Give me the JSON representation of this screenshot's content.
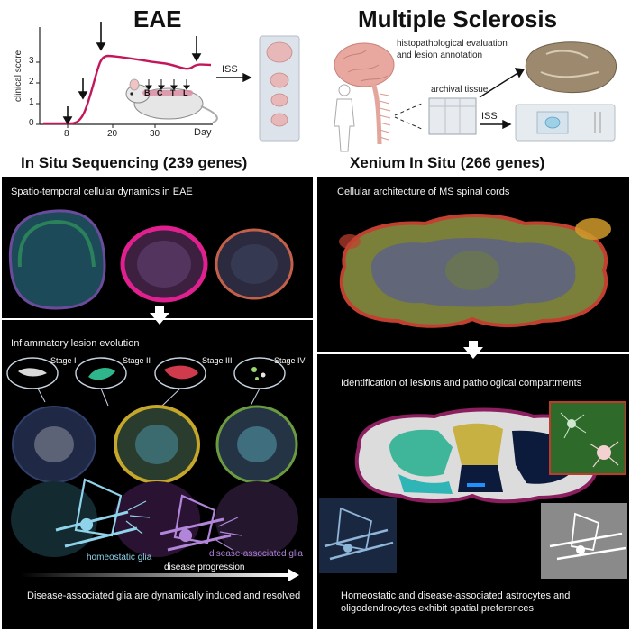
{
  "header": {
    "eae_title": "EAE",
    "ms_title": "Multiple Sclerosis",
    "y_axis_label": "clinical score",
    "y_ticks": [
      "0",
      "1",
      "2",
      "3"
    ],
    "x_ticks": [
      "8",
      "20",
      "30"
    ],
    "x_axis_label": "Day",
    "region_letters": [
      "B",
      "C",
      "T",
      "L"
    ],
    "iss_label_left": "ISS",
    "histo_label": "histopathological evaluation\nand lesion annotation",
    "archival_label": "archival tissue",
    "iss_label_right": "ISS",
    "left_method": "In Situ Sequencing (239 genes)",
    "right_method": "Xenium In Situ (266 genes)"
  },
  "left_panels": {
    "top_caption": "Spatio-temporal cellular dynamics in EAE",
    "lesion_caption": "Inflammatory lesion evolution",
    "stages": [
      "Stage I",
      "Stage II",
      "Stage III",
      "Stage IV"
    ],
    "homeostatic_label": "homeostatic glia",
    "disease_label": "disease-associated glia",
    "progression_label": "disease progression",
    "bottom_caption": "Disease-associated glia are dynamically induced and resolved"
  },
  "right_panels": {
    "top_caption": "Cellular architecture of MS spinal cords",
    "lesion_caption": "Identification of lesions and pathological compartments",
    "bottom_caption": "Homeostatic and disease-associated astrocytes and oligodendrocytes exhibit spatial preferences"
  },
  "colors": {
    "curve": "#c2185b",
    "panel_bg": "#000000",
    "homeostatic": "#8fd3ea",
    "disease": "#b185d9",
    "inset_border": "#c0392b"
  }
}
